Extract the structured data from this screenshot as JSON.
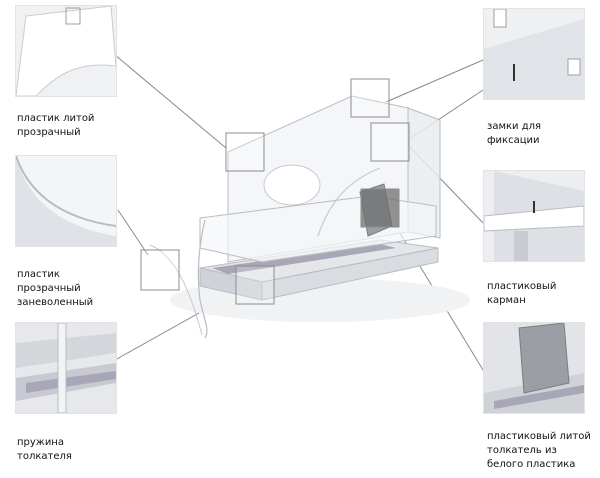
{
  "callouts": [
    {
      "id": "cast-plastic",
      "lines": [
        "пластик литой",
        "прозрачный"
      ]
    },
    {
      "id": "bent-plastic",
      "lines": [
        "пластик",
        "прозрачный",
        "заневоленный"
      ]
    },
    {
      "id": "spring",
      "lines": [
        "пружина",
        "толкателя"
      ]
    },
    {
      "id": "locks",
      "lines": [
        "замки для",
        "фиксации"
      ]
    },
    {
      "id": "pocket",
      "lines": [
        "пластиковый",
        "карман"
      ]
    },
    {
      "id": "pusher",
      "lines": [
        "пластиковый литой",
        "толкатель из",
        "белого пластика"
      ]
    }
  ],
  "colors": {
    "leader_line": "#8a8a8a",
    "marker_border": "#8c8c8c",
    "marker_dark": "#6f6f6f",
    "acrylic_edge": "#b8bcc2",
    "base_tray": "#dcdfe4",
    "spring_strip": "#a9a6b8"
  }
}
